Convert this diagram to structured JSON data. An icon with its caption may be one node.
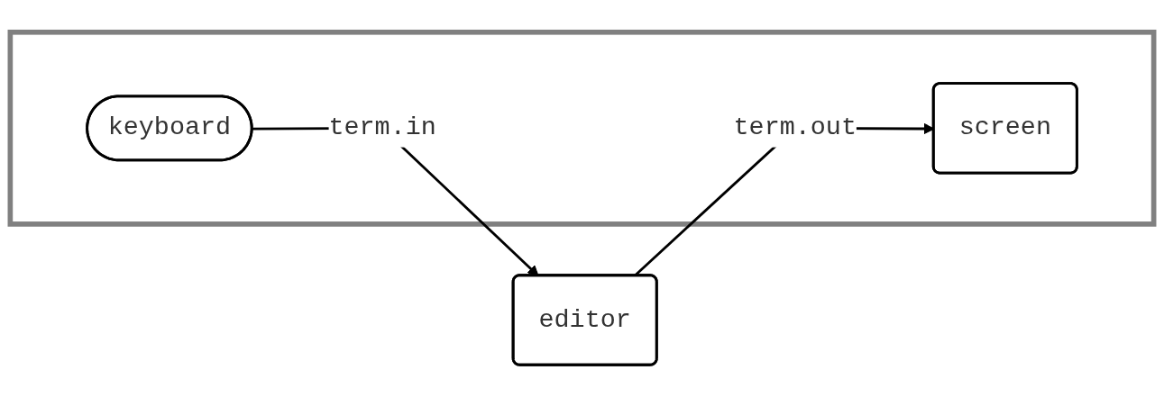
{
  "diagram": {
    "nodes": [
      {
        "text": [
          "editor"
        ]
      },
      {
        "text": [],
        "shape": "box"
      },
      {
        "text": [
          "screen"
        ],
        "in": 1
      },
      {
        "text": [
          "keyboard"
        ],
        "in": 1
      }
    ],
    "edges": [
      {
        "from": 0,
        "to": 2,
        "arrow": "to",
        "label": "term.out"
      },
      {
        "from": 3,
        "to": 0,
        "arrow": "to",
        "label": "term.in"
      }
    ]
  }
}
